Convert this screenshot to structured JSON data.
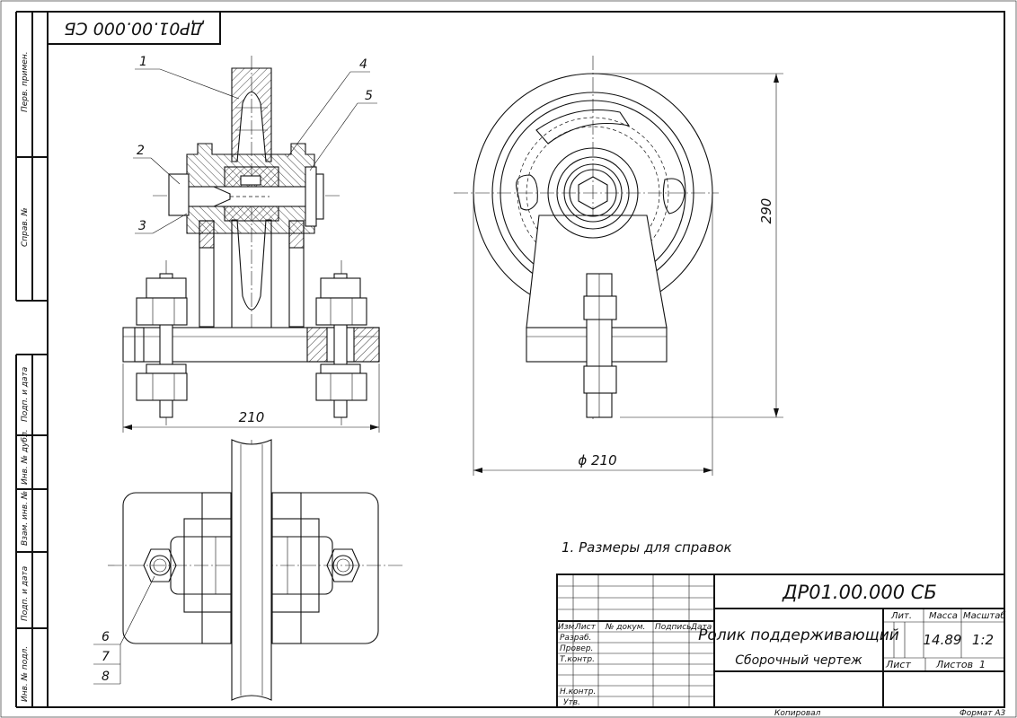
{
  "stamp_top": "ДР01.00.000 СБ",
  "side_column": [
    "Перв. примен.",
    "Справ. №",
    "Подп. и дата",
    "Инв. № дубл.",
    "Взам. инв. №",
    "Подп. и дата",
    "Инв. № подл."
  ],
  "callouts": [
    "1",
    "2",
    "3",
    "4",
    "5",
    "6",
    "7",
    "8"
  ],
  "dimensions": {
    "front_width": "210",
    "height": "290",
    "diameter": "ϕ 210"
  },
  "note": "1. Размеры для справок",
  "title_block": {
    "designation": "ДР01.00.000 СБ",
    "name": "Ролик поддерживающий",
    "doc_type": "Сборочный чертеж",
    "col_izm": "Изм.",
    "col_list": "Лист",
    "col_doc": "№ докум.",
    "col_sign": "Подпись",
    "col_date": "Дата",
    "role_razrab": "Разраб.",
    "role_prover": "Провер.",
    "role_tkontr": "Т.контр.",
    "role_nkontr": "Н.контр.",
    "role_utv": "Утв.",
    "lit_label": "Лит.",
    "mass_label": "Масса",
    "scale_label": "Масштаб",
    "mass_value": "14.89",
    "scale_value": "1:2",
    "sheet_label": "Лист",
    "sheets_label": "Листов",
    "sheets_value": "1"
  },
  "footer": {
    "copied": "Копировал",
    "format": "Формат А3"
  }
}
